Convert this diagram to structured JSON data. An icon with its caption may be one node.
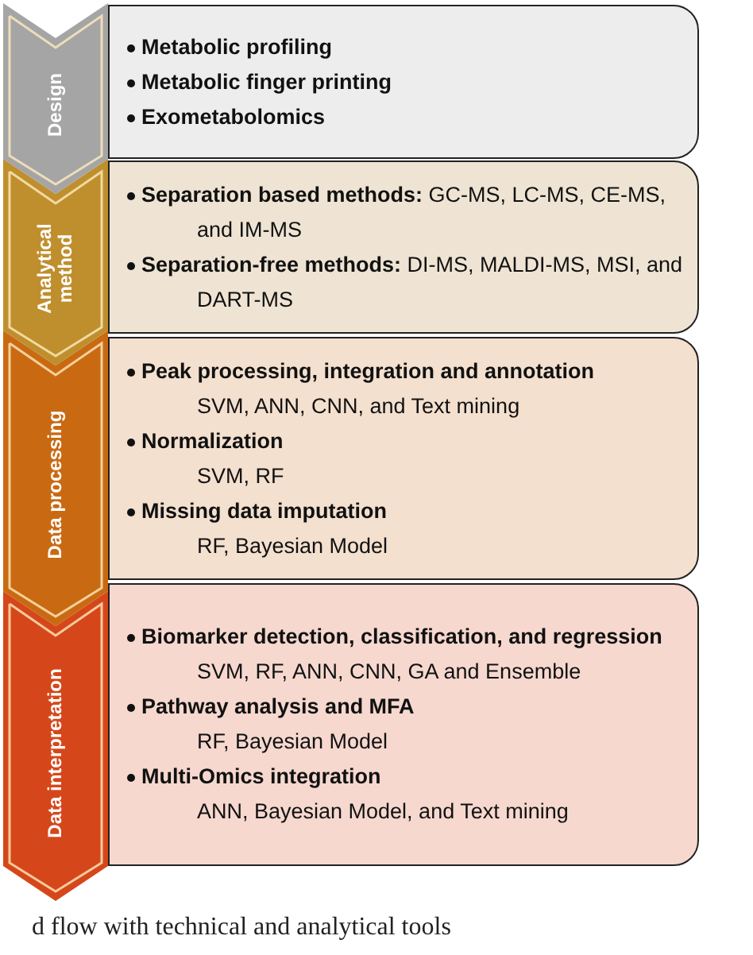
{
  "diagram": {
    "caption": "d flow with technical and analytical tools",
    "nodes": [
      {
        "text": [
          "Design"
        ]
      },
      {
        "text": [
          "Metabolic profiling",
          "Metabolic finger printing",
          "Exometabolomics"
        ]
      },
      {
        "text": [
          "Analytical method"
        ]
      },
      {
        "text": [
          "**Separation based methods:** GC-MS, LC-MS, CE-MS, and IM-MS",
          "**Separation-free methods:** DI-MS, MALDI-MS, MSI, and DART-MS"
        ]
      },
      {
        "text": [
          "Data processing"
        ]
      },
      {
        "text": [
          "Peak processing, integration and annotation",
          "SVM, ANN, CNN, and Text mining",
          "Normalization",
          "SVM, RF",
          "Missing data imputation",
          "RF, Bayesian Model"
        ]
      },
      {
        "text": [
          "Data interpretation"
        ]
      },
      {
        "text": [
          "Biomarker detection, classification, and regression",
          "SVM, RF, ANN, CNN, GA and Ensemble",
          "Pathway analysis and MFA",
          "RF, Bayesian Model",
          "Multi-Omics integration",
          "ANN, Bayesian Model, and Text mining"
        ]
      }
    ],
    "edges": []
  }
}
